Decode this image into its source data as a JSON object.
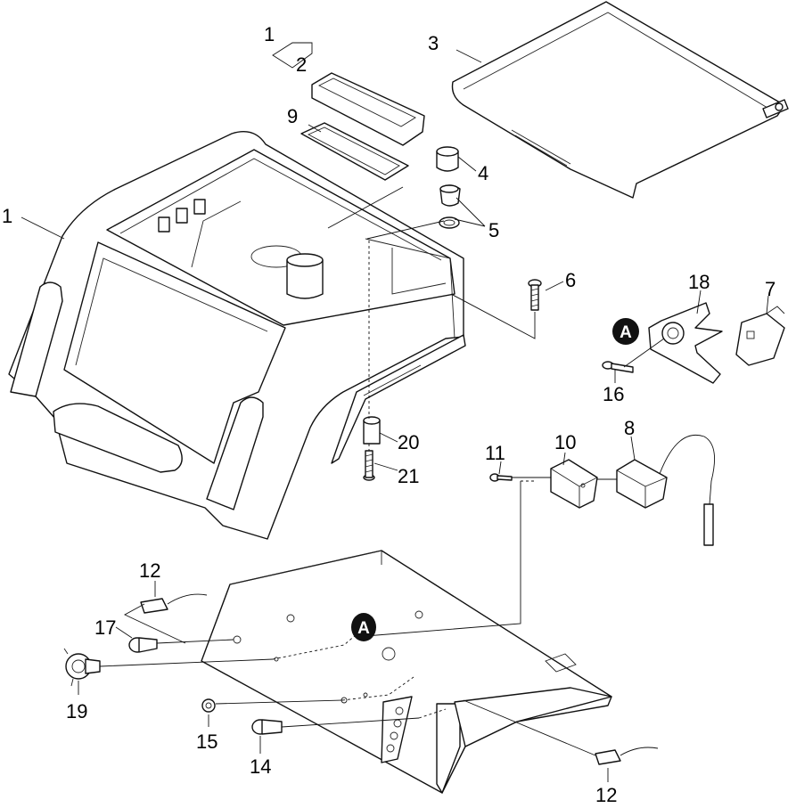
{
  "labels": {
    "l1a": "1",
    "l2": "2",
    "l3": "3",
    "l9": "9",
    "l1b": "1",
    "l4": "4",
    "l5": "5",
    "l6": "6",
    "l18": "18",
    "l7": "7",
    "l16": "16",
    "l20": "20",
    "l21": "21",
    "l11": "11",
    "l10": "10",
    "l8": "8",
    "l12a": "12",
    "l17": "17",
    "l19": "19",
    "l15": "15",
    "l14": "14",
    "l12b": "12"
  },
  "callouts": {
    "upper": "A",
    "lower": "A"
  },
  "colors": {
    "line": "#111111",
    "background": "#ffffff",
    "callout_fill": "#111111"
  }
}
